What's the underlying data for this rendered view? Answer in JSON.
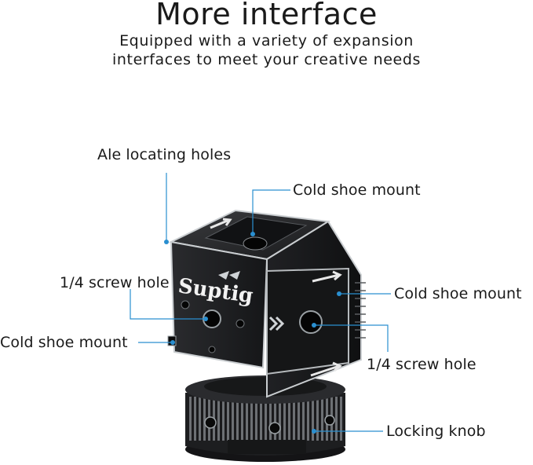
{
  "header": {
    "title": "More interface",
    "subtitle_line1": "Equipped with a variety of expansion",
    "subtitle_line2": "interfaces to meet your creative needs"
  },
  "product": {
    "brand": "Suptig"
  },
  "callouts": {
    "ale_locating_holes": "Ale locating holes",
    "cold_shoe_top": "Cold shoe mount",
    "screw_hole_left": "1/4 screw hole",
    "cold_shoe_right": "Cold shoe mount",
    "cold_shoe_left": "Cold shoe mount",
    "screw_hole_right": "1/4 screw hole",
    "locking_knob": "Locking knob"
  },
  "colors": {
    "leader_line": "#2a8fd0",
    "body_dark": "#1c1c1e",
    "edge_silver": "#bfc3c7"
  }
}
